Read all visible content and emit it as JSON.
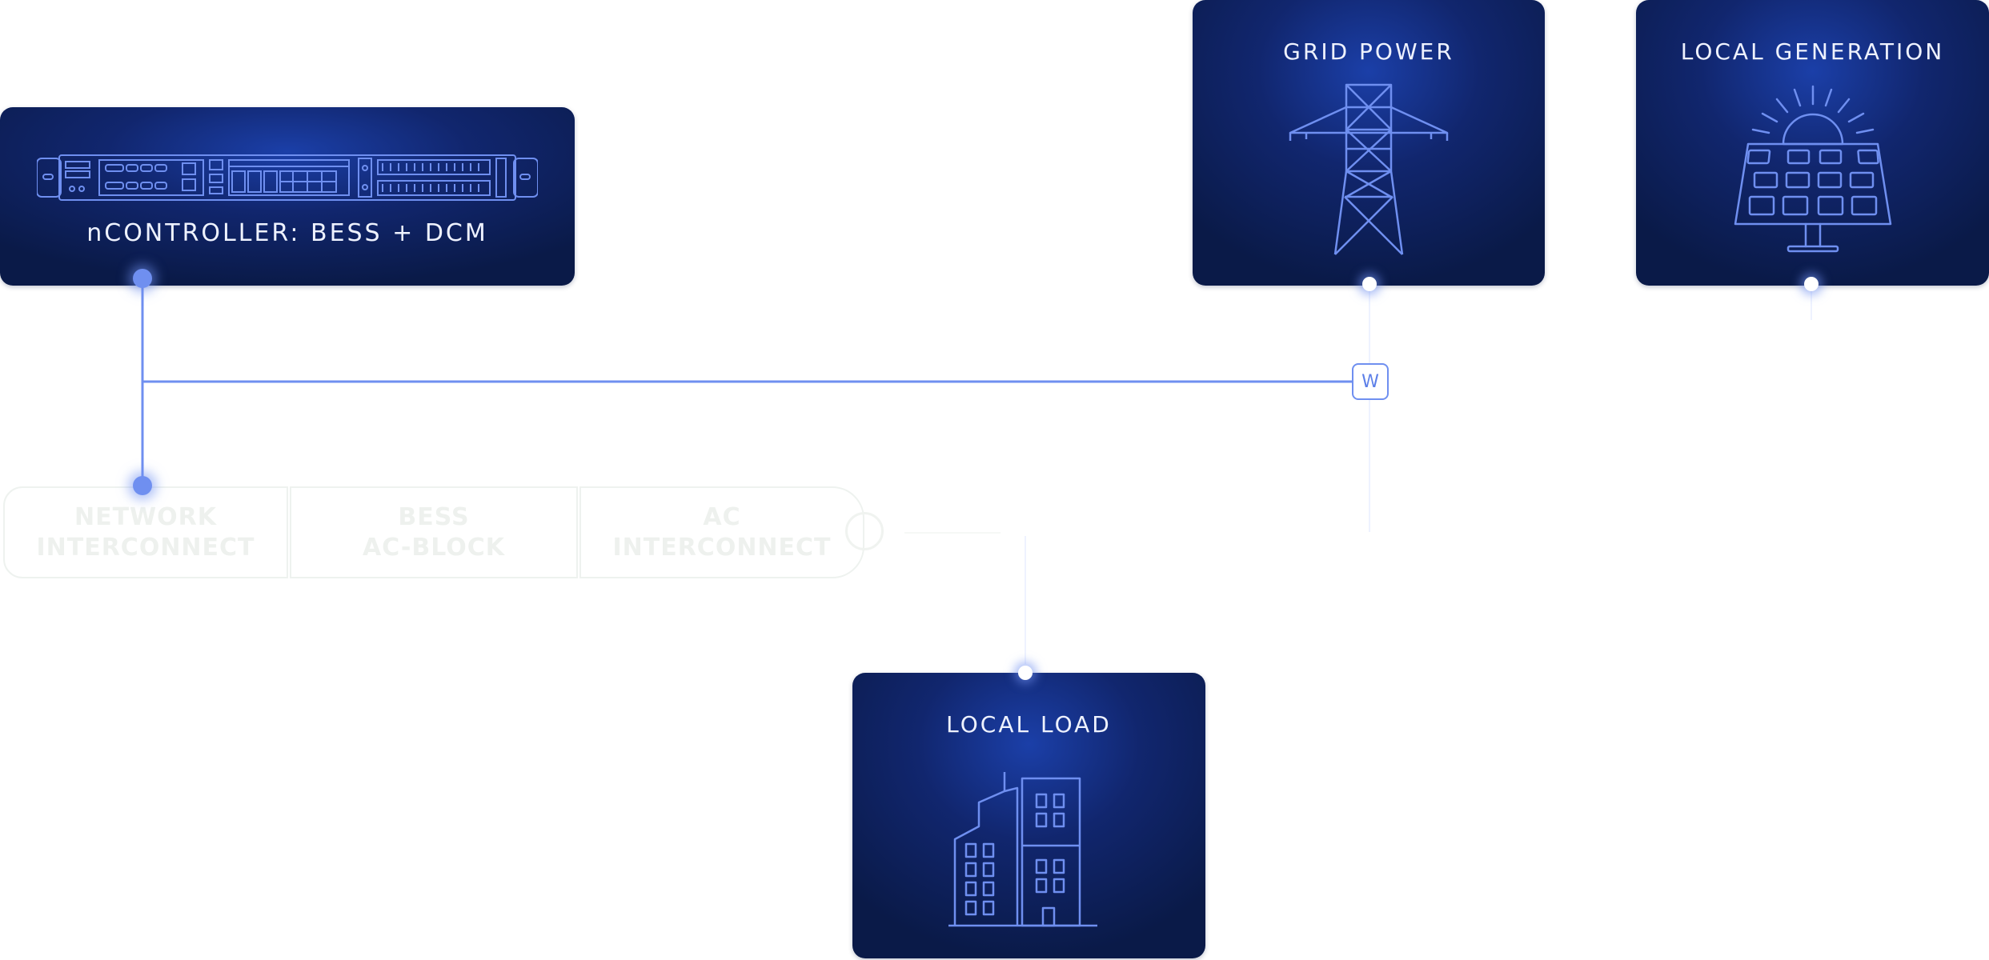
{
  "cards": {
    "ncontroller": {
      "title": "nCONTROLLER: BESS + DCM"
    },
    "grid_power": {
      "title": "GRID POWER"
    },
    "local_generation": {
      "title": "LOCAL GENERATION"
    },
    "local_load": {
      "title": "LOCAL LOAD"
    }
  },
  "faded_blocks": {
    "network": [
      "NETWORK",
      "INTERCONNECT"
    ],
    "bess": [
      "BESS",
      "AC-BLOCK"
    ],
    "ac": [
      "AC",
      "INTERCONNECT"
    ]
  },
  "meter_badge": "W",
  "icons": {
    "ncontroller": "rack-server-icon",
    "grid_power": "transmission-tower-icon",
    "local_generation": "solar-panel-icon",
    "local_load": "building-icon"
  },
  "colors": {
    "card_bg": "#0a1a48",
    "card_glow": "#1b3fa8",
    "line": "#6f8ff0",
    "icon_stroke": "#6f8ff0",
    "faded": "#eef2ef"
  }
}
